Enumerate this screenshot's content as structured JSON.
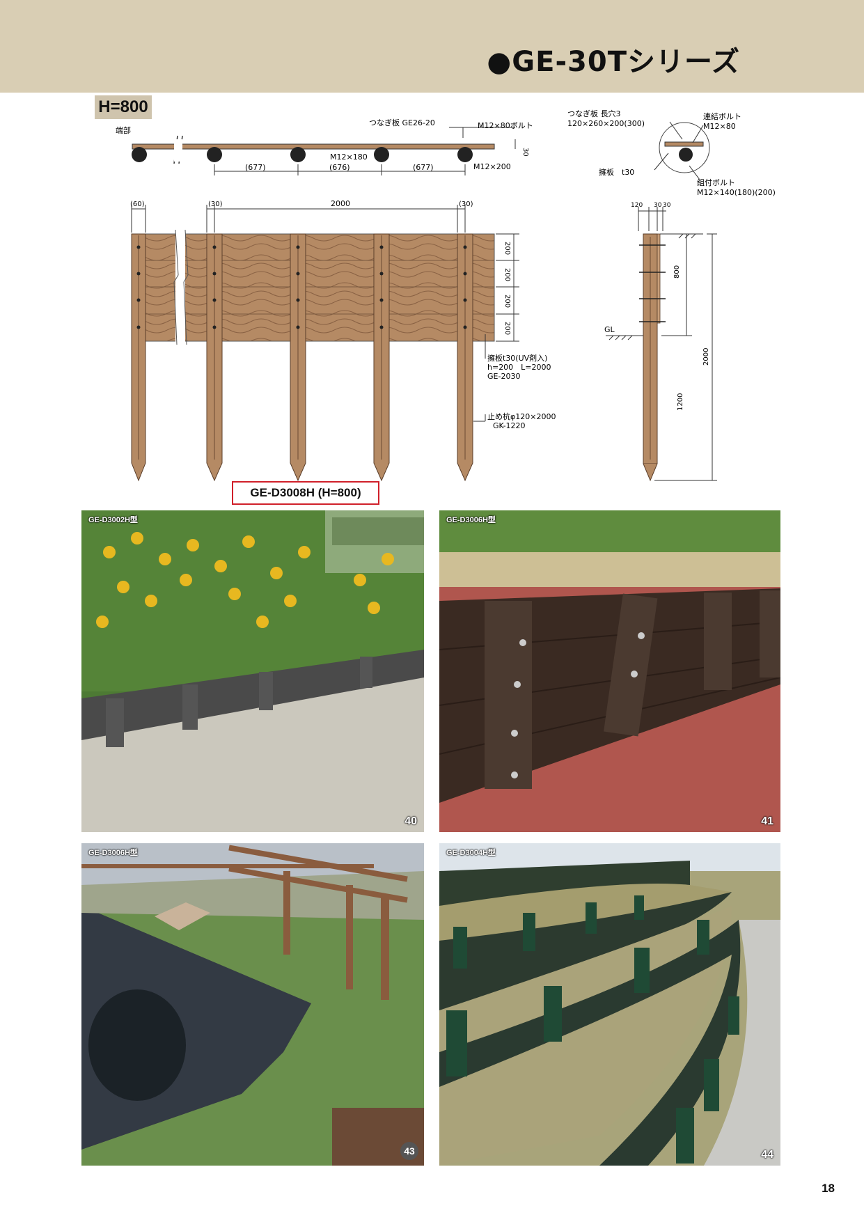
{
  "header": {
    "title": "●GE-30Tシリーズ",
    "color": "#d9ceb4"
  },
  "height_tag": "H=800",
  "drawing": {
    "plan": {
      "end_label": "端部",
      "joint_plate_label": "つなぎ板 GE26-20",
      "bolt_top_label": "M12×80ボルト",
      "center_bolt_label": "M12×180",
      "bolt_bottom_label": "M12×200",
      "dim_left": "(677)",
      "dim_center": "(676)",
      "dim_right": "(677)",
      "thickness": "30"
    },
    "elevation": {
      "dim_post_end": "(60)",
      "dim_post_1": "(30)",
      "dim_span": "2000",
      "dim_post_2": "(30)",
      "board_heights": [
        "200",
        "200",
        "200",
        "200"
      ],
      "board_note": [
        "擁板t30(UV剤入)",
        "h=200　L=2000",
        "GE-2030"
      ],
      "pile_note": [
        "止め杭φ120×2000",
        "GK-1220"
      ]
    },
    "section": {
      "joint_note": [
        "つなぎ板 長穴3",
        "120×260×200(300)"
      ],
      "bolt_note": [
        "連結ボルト",
        "M12×80"
      ],
      "board_note": "擁板　t30",
      "fix_bolt_note": [
        "組付ボルト",
        "M12×140(180)(200)"
      ],
      "dims_top": [
        "120",
        "30",
        "30"
      ],
      "dim_above": "800",
      "dim_below": "1200",
      "dim_total": "2000",
      "gl_label": "GL"
    }
  },
  "model_label": "GE-D3008H (H=800)",
  "photos": [
    {
      "caption": "GE-D3002H型",
      "number": "40"
    },
    {
      "caption": "GE-D3006H型",
      "number": "41"
    },
    {
      "caption": "GE-D3006H型",
      "number": "43"
    },
    {
      "caption": "GE-D3004H型",
      "number": "44"
    }
  ],
  "page_number": "18",
  "colors": {
    "wood": "#b58a64",
    "wood_dark": "#8a6244",
    "model_border": "#d0202a"
  }
}
